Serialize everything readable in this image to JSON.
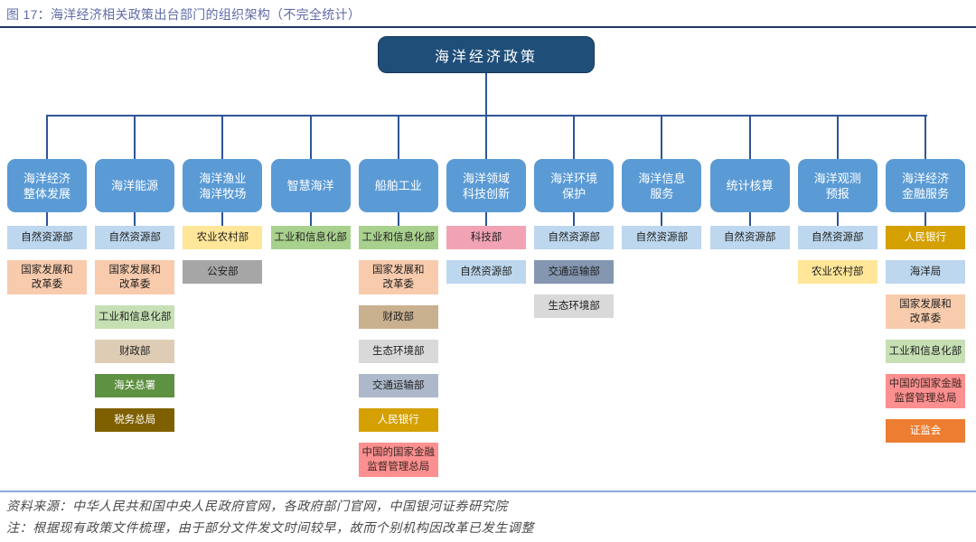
{
  "title": "图 17：海洋经济相关政策出台部门的组织架构（不完全统计）",
  "root": {
    "label": "海洋经济政策"
  },
  "theme": {
    "accent_line": "#2F5597",
    "header_bg": "#5B9BD5",
    "header_fg": "#FFFFFF",
    "root_bg": "#1F4E79",
    "root_fg": "#FFFFFF",
    "title_fg": "#5F6CA8",
    "rule_top": "#1F3864",
    "rule_bottom": "#8EAADB",
    "footer_fg": "#4A4A4A"
  },
  "colors": {
    "lightblue": {
      "bg": "#BDD7EE",
      "fg": "#1F1F1F"
    },
    "peach": {
      "bg": "#F8CBAD",
      "fg": "#1F1F1F"
    },
    "yellow": {
      "bg": "#FFE699",
      "fg": "#1F1F1F"
    },
    "green": {
      "bg": "#A9D18E",
      "fg": "#1F1F1F"
    },
    "green_light": {
      "bg": "#C6E0B4",
      "fg": "#1F1F1F"
    },
    "green_dark": {
      "bg": "#5E9142",
      "fg": "#FFFFFF"
    },
    "olive": {
      "bg": "#7F6000",
      "fg": "#FFFFFF"
    },
    "gray": {
      "bg": "#A6A6A6",
      "fg": "#1F1F1F"
    },
    "gray_light": {
      "bg": "#D9D9D9",
      "fg": "#1F1F1F"
    },
    "tan_light": {
      "bg": "#DFCCB4",
      "fg": "#1F1F1F"
    },
    "tan": {
      "bg": "#C9B18F",
      "fg": "#1F1F1F"
    },
    "bluegray_light": {
      "bg": "#ADB9CA",
      "fg": "#1F1F1F"
    },
    "bluegray": {
      "bg": "#8496B0",
      "fg": "#1F1F1F"
    },
    "gold": {
      "bg": "#D4A002",
      "fg": "#FFFFFF"
    },
    "pink": {
      "bg": "#F1A3B4",
      "fg": "#1F1F1F"
    },
    "salmon": {
      "bg": "#FC8F8F",
      "fg": "#3B2723"
    },
    "orange": {
      "bg": "#ED7D31",
      "fg": "#FFFFFF"
    }
  },
  "columns": [
    {
      "header": "海洋经济\n整体发展",
      "boxes": [
        {
          "label": "自然资源部",
          "style": "lightblue"
        },
        {
          "label": "国家发展和\n改革委",
          "style": "peach"
        }
      ]
    },
    {
      "header": "海洋能源",
      "boxes": [
        {
          "label": "自然资源部",
          "style": "lightblue"
        },
        {
          "label": "国家发展和\n改革委",
          "style": "peach"
        },
        {
          "label": "工业和信息化部",
          "style": "green_light"
        },
        {
          "label": "财政部",
          "style": "tan_light"
        },
        {
          "label": "海关总署",
          "style": "green_dark"
        },
        {
          "label": "税务总局",
          "style": "olive"
        }
      ]
    },
    {
      "header": "海洋渔业\n海洋牧场",
      "boxes": [
        {
          "label": "农业农村部",
          "style": "yellow"
        },
        {
          "label": "公安部",
          "style": "gray"
        }
      ]
    },
    {
      "header": "智慧海洋",
      "boxes": [
        {
          "label": "工业和信息化部",
          "style": "green"
        }
      ]
    },
    {
      "header": "船舶工业",
      "boxes": [
        {
          "label": "工业和信息化部",
          "style": "green"
        },
        {
          "label": "国家发展和\n改革委",
          "style": "peach"
        },
        {
          "label": "财政部",
          "style": "tan"
        },
        {
          "label": "生态环境部",
          "style": "gray_light"
        },
        {
          "label": "交通运输部",
          "style": "bluegray_light"
        },
        {
          "label": "人民银行",
          "style": "gold"
        },
        {
          "label": "中国的国家金融\n监督管理总局",
          "style": "salmon"
        }
      ]
    },
    {
      "header": "海洋领域\n科技创新",
      "boxes": [
        {
          "label": "科技部",
          "style": "pink"
        },
        {
          "label": "自然资源部",
          "style": "lightblue"
        }
      ]
    },
    {
      "header": "海洋环境\n保护",
      "boxes": [
        {
          "label": "自然资源部",
          "style": "lightblue"
        },
        {
          "label": "交通运输部",
          "style": "bluegray"
        },
        {
          "label": "生态环境部",
          "style": "gray_light"
        }
      ]
    },
    {
      "header": "海洋信息\n服务",
      "boxes": [
        {
          "label": "自然资源部",
          "style": "lightblue"
        }
      ]
    },
    {
      "header": "统计核算",
      "boxes": [
        {
          "label": "自然资源部",
          "style": "lightblue"
        }
      ]
    },
    {
      "header": "海洋观测\n预报",
      "boxes": [
        {
          "label": "自然资源部",
          "style": "lightblue"
        },
        {
          "label": "农业农村部",
          "style": "yellow"
        }
      ]
    },
    {
      "header": "海洋经济\n金融服务",
      "boxes": [
        {
          "label": "人民银行",
          "style": "gold"
        },
        {
          "label": "海洋局",
          "style": "lightblue"
        },
        {
          "label": "国家发展和\n改革委",
          "style": "peach"
        },
        {
          "label": "工业和信息化部",
          "style": "green_light"
        },
        {
          "label": "中国的国家金融\n监督管理总局",
          "style": "salmon"
        },
        {
          "label": "证监会",
          "style": "orange"
        }
      ]
    }
  ],
  "footer": {
    "source": "资料来源：中华人民共和国中央人民政府官网，各政府部门官网，中国银河证券研究院",
    "note": "注：根据现有政策文件梳理，由于部分文件发文时间较早，故而个别机构因改革已发生调整"
  }
}
